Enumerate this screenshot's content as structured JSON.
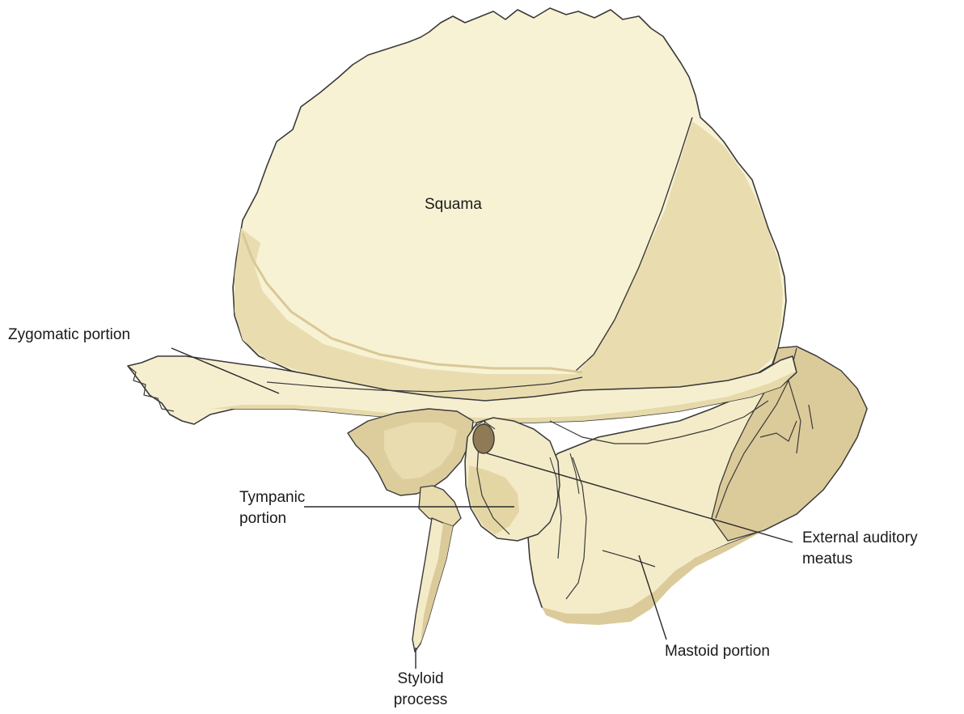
{
  "labels": {
    "squama": "Squama",
    "zygomatic_portion": "Zygomatic portion",
    "tympanic_portion": [
      "Tympanic",
      "portion"
    ],
    "external_auditory_meatus": [
      "External auditory",
      "meatus"
    ],
    "mastoid_portion": "Mastoid portion",
    "styloid_process": [
      "Styloid",
      "process"
    ]
  },
  "colors": {
    "bone_light": "#f8f2d4",
    "bone_mid": "#ede2b8",
    "bone_shadow": "#dccb9a",
    "bone_dark": "#c8b482",
    "meatus": "#8f7a55",
    "outline": "#3a3a3a",
    "leader": "#2a2a2a",
    "text": "#1a1a1a"
  }
}
